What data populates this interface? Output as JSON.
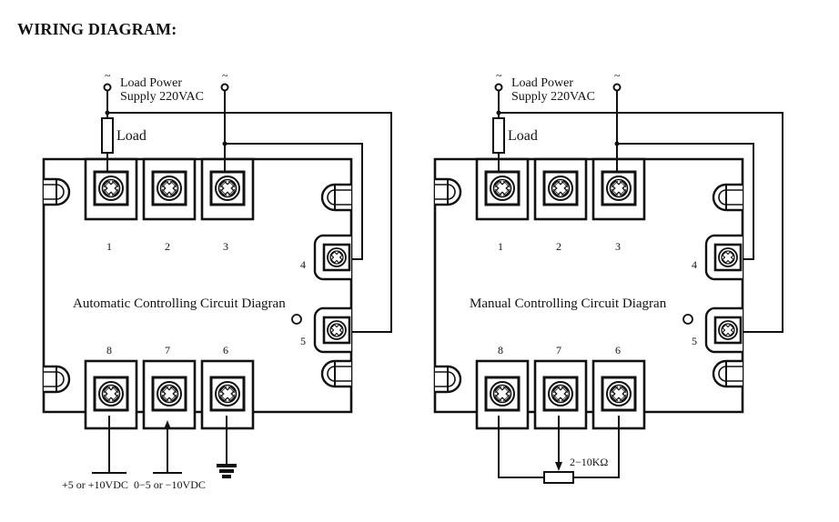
{
  "page": {
    "heading": "WIRING DIAGRAM:"
  },
  "diagrams": [
    {
      "title": "Automatic Controlling Circuit Diagran",
      "supply_symbol": "~",
      "supply_label_1": "Load Power",
      "supply_label_2": "Supply 220VAC",
      "load_label": "Load",
      "terminals": {
        "t1": "1",
        "t2": "2",
        "t3": "3",
        "t4": "4",
        "t5": "5",
        "t6": "6",
        "t7": "7",
        "t8": "8"
      },
      "input_label_8": "+5 or +10VDC",
      "input_label_7": "0−5 or −10VDC"
    },
    {
      "title": "Manual Controlling Circuit Diagran",
      "supply_symbol": "~",
      "supply_label_1": "Load Power",
      "supply_label_2": "Supply 220VAC",
      "load_label": "Load",
      "terminals": {
        "t1": "1",
        "t2": "2",
        "t3": "3",
        "t4": "4",
        "t5": "5",
        "t6": "6",
        "t7": "7",
        "t8": "8"
      },
      "pot_label": "2−10KΩ"
    }
  ]
}
